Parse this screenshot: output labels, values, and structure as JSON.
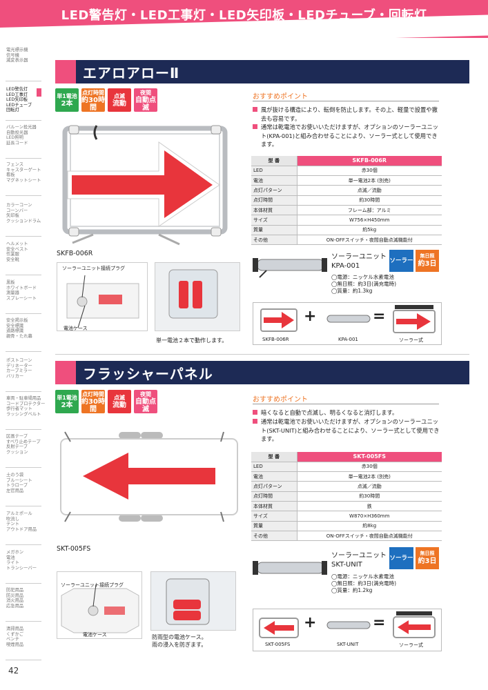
{
  "header": {
    "title": "LED警告灯・LED工事灯・LED矢印板・LEDチューブ・回転灯"
  },
  "sidebar": {
    "groups": [
      [
        "電光標示機",
        "信号機",
        "滅変表示器"
      ],
      [
        "LED警告灯",
        "LED工事灯",
        "LED矢印板",
        "LEDチューブ",
        "回転灯"
      ],
      [
        "バルーン投光器",
        "自動投光器",
        "LED照明",
        "延長コード"
      ],
      [
        "フェンス",
        "キャスターゲート",
        "看板",
        "マグネットシート"
      ],
      [
        "カラーコーン",
        "コーンバー",
        "矢印板",
        "クッションドラム"
      ],
      [
        "ヘルメット",
        "安全ベスト",
        "作業服",
        "安全靴"
      ],
      [
        "黒板",
        "ホワイトボード",
        "測量器",
        "スプレーシート"
      ],
      [
        "安全掲示板",
        "安全標識",
        "道路標識",
        "親骨・たれ幕"
      ],
      [
        "ポストコーン",
        "デリネーター",
        "カーブミラー",
        "バリカー"
      ],
      [
        "車両・駐車場用品",
        "コードプロテクター",
        "歩行者マット",
        "ラッシングベルト"
      ],
      [
        "区画テープ",
        "すべり止めテープ",
        "反射テープ",
        "クッション"
      ],
      [
        "土のう袋",
        "ブルーシート",
        "トラロープ",
        "左官用品"
      ],
      [
        "アルミポール",
        "吹流し",
        "テント",
        "アウトドア用品"
      ],
      [
        "メガホン",
        "電池",
        "ライト",
        "トランシーバー"
      ],
      [
        "防犯用品",
        "防災用品",
        "消火用品",
        "応急用品"
      ],
      [
        "清掃用品",
        "くずかご",
        "ベンチ",
        "喫煙用品"
      ]
    ]
  },
  "badges": [
    {
      "line1": "単1電池",
      "line2": "2本",
      "color": "#2fa84f"
    },
    {
      "line1": "点灯時間",
      "line2": "約30時間",
      "color": "#ee7424"
    },
    {
      "line1": "点滅",
      "line2": "流動",
      "color": "#e8353c"
    },
    {
      "line1": "夜間",
      "line2": "自動点滅",
      "color": "#ef4f7d"
    }
  ],
  "products": [
    {
      "section_title": "エアロアローⅡ",
      "model": "SKFB-006R",
      "callout_solar": "ソーラーユニット接続プラグ",
      "callout_battery": "電池ケース",
      "photo2_caption": "単一電池２本で動作します。",
      "rec_title": "おすすめポイント",
      "rec_points": [
        "風が抜ける構造により、転倒を防止します。その上、軽量で設置や撤去も容易です。",
        "通常は乾電池でお使いいただけますが、オプションのソーラーユニット(KPA-001)と組み合わせることにより、ソーラー式として使用できます。"
      ],
      "spec_header": [
        "型 番",
        "SKFB-006R"
      ],
      "spec": [
        [
          "LED",
          "赤30個"
        ],
        [
          "電池",
          "単一電池2本 (別売)"
        ],
        [
          "点灯パターン",
          "点滅／流動"
        ],
        [
          "点灯時間",
          "約30時間"
        ],
        [
          "本体材質",
          "フレーム部：アルミ"
        ],
        [
          "サイズ",
          "W756×H450mm"
        ],
        [
          "質量",
          "約5kg"
        ],
        [
          "その他",
          "ON-OFFスイッチ・夜間自動点滅機能付"
        ]
      ],
      "solar_title": "ソーラーユニット",
      "solar_model": "KPA-001",
      "solar_badge": "ソーラー",
      "solar_badge2_l1": "無日照",
      "solar_badge2_l2": "約3日",
      "solar_specs": [
        "◯電源：ニッケル水素電池",
        "◯無日照：約3日(満充電時)",
        "◯質量：約1.3kg"
      ],
      "combo": [
        "SKFB-006R",
        "KPA-001",
        "ソーラー式"
      ],
      "plus": "+",
      "eq": "="
    },
    {
      "section_title": "フラッシャーパネル",
      "model": "SKT-005FS",
      "callout_solar": "ソーラーユニット接続プラグ",
      "callout_battery": "電池ケース",
      "photo2_caption_l1": "防雨型の電池ケース。",
      "photo2_caption_l2": "雨の浸入を防ぎます。",
      "rec_title": "おすすめポイント",
      "rec_points": [
        "暗くなると自動で点滅し、明るくなると消灯します。",
        "通常は乾電池でお使いいただけますが、オプションのソーラーユニット(SKT-UNIT)と組み合わせることにより、ソーラー式として使用できます。"
      ],
      "spec_header": [
        "型 番",
        "SKT-005FS"
      ],
      "spec": [
        [
          "LED",
          "赤30個"
        ],
        [
          "電池",
          "単一電池2本 (別売)"
        ],
        [
          "点灯パターン",
          "点滅／流動"
        ],
        [
          "点灯時間",
          "約30時間"
        ],
        [
          "本体材質",
          "鉄"
        ],
        [
          "サイズ",
          "W870×H360mm"
        ],
        [
          "質量",
          "約8kg"
        ],
        [
          "その他",
          "ON-OFFスイッチ・夜間自動点滅機能付"
        ]
      ],
      "solar_title": "ソーラーユニット",
      "solar_model": "SKT-UNIT",
      "solar_badge": "ソーラー",
      "solar_badge2_l1": "無日照",
      "solar_badge2_l2": "約3日",
      "solar_specs": [
        "◯電源：ニッケル水素電池",
        "◯無日照：約3日(満充電時)",
        "◯質量：約1.2kg"
      ],
      "combo": [
        "SKT-005FS",
        "SKT-UNIT",
        "ソーラー式"
      ],
      "plus": "+",
      "eq": "="
    }
  ],
  "page": {
    "number": "42"
  },
  "colors": {
    "accent": "#ef4f7d",
    "navy": "#1d2a55",
    "orange": "#ee7424",
    "blue": "#1e6fbf",
    "led_red": "#e8353c"
  }
}
